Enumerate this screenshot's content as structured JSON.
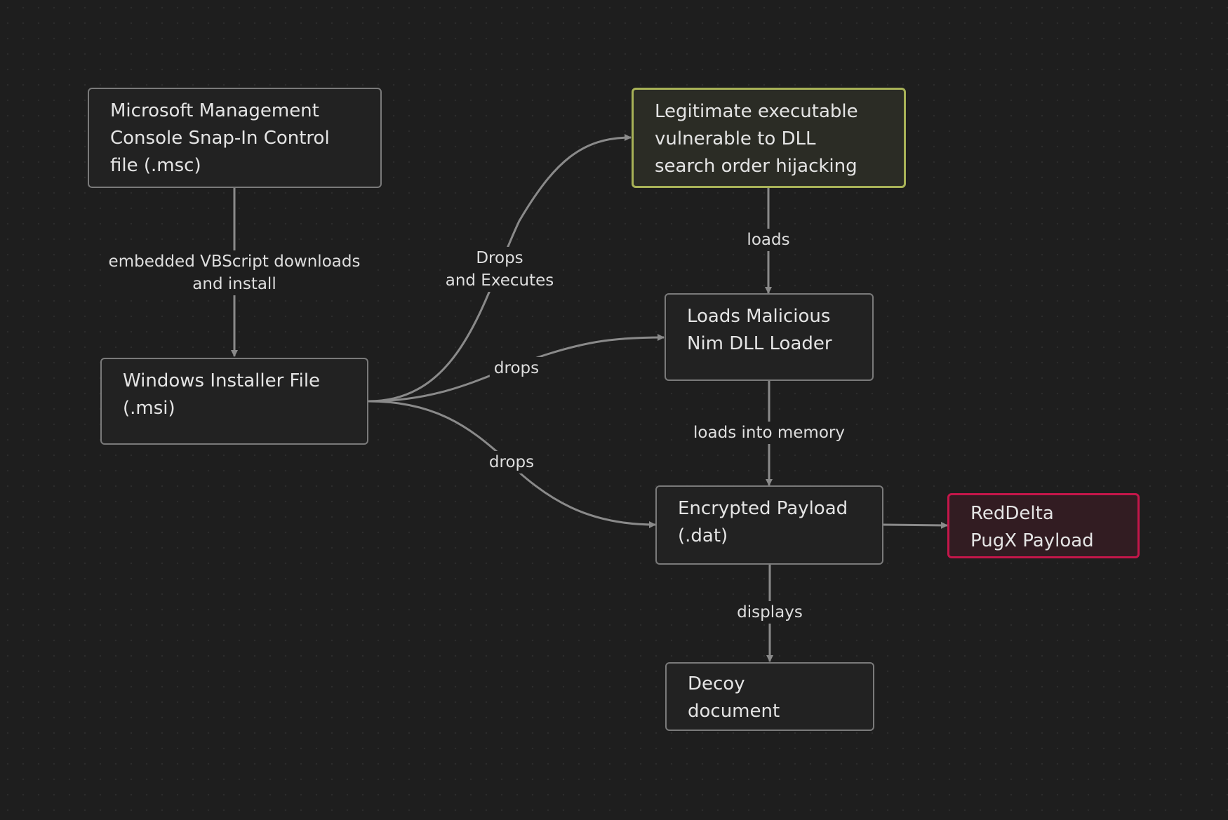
{
  "nodes": {
    "msc": "Microsoft Management\nConsole Snap-In Control\nfile (.msc)",
    "msi": "Windows Installer File\n(.msi)",
    "legit_exe": "Legitimate executable\nvulnerable to DLL\nsearch order hijacking",
    "nim_loader": "Loads Malicious\nNim DLL Loader",
    "encrypted_payload": "Encrypted Payload\n(.dat)",
    "pugx": "RedDelta\nPugX Payload",
    "decoy": "Decoy\ndocument"
  },
  "edges": {
    "msc_to_msi": "embedded VBScript downloads\nand install",
    "msi_to_exe": "Drops\nand Executes",
    "msi_to_loader": "drops",
    "msi_to_payload": "drops",
    "exe_to_loader": "loads",
    "loader_to_payload": "loads into memory",
    "payload_to_decoy": "displays"
  },
  "colors": {
    "background": "#1e1e1e",
    "node_border": "#7a7a7a",
    "highlight_border": "#a8b257",
    "payload_border": "#c4164a",
    "edge": "#8a8a8a"
  }
}
